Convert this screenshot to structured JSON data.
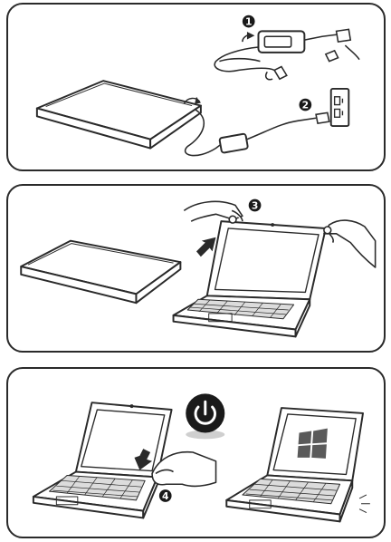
{
  "steps": [
    {
      "number": "1",
      "icon": "power-adapter-icon"
    },
    {
      "number": "2",
      "icon": "wall-outlet-icon"
    },
    {
      "number": "3",
      "icon": "open-lid-icon"
    },
    {
      "number": "4",
      "icon": "power-button-icon"
    }
  ],
  "colors": {
    "line": "#2a2a2a",
    "panel_border": "#2a2a2a",
    "badge": "#1a1a1a"
  }
}
